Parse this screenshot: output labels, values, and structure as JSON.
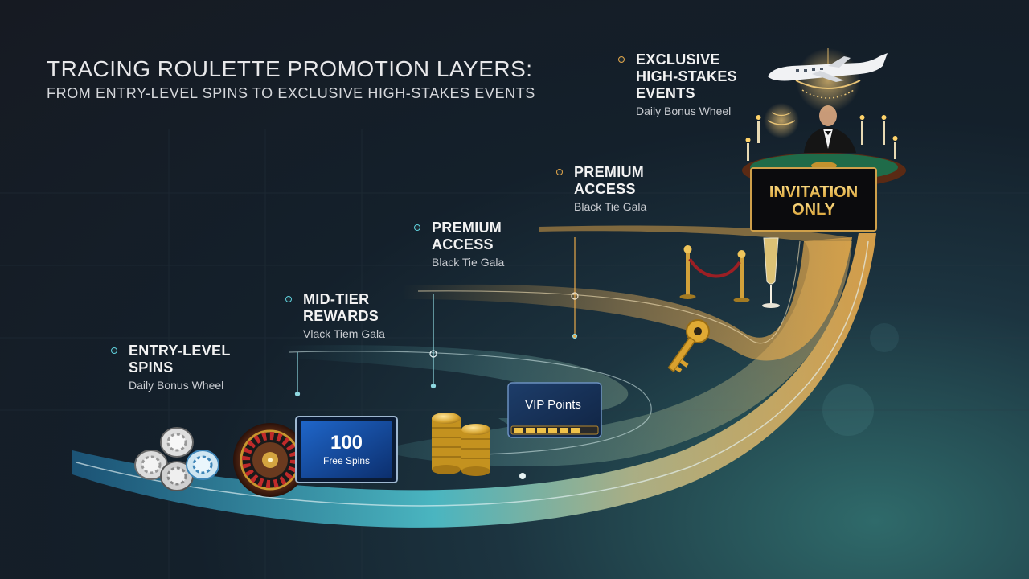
{
  "title": {
    "line1": "TRACING ROULETTE PROMOTION LAYERS:",
    "line2": "FROM ENTRY-LEVEL SPINS TO EXCLUSIVE HIGH-STAKES EVENTS"
  },
  "tiers": [
    {
      "title": "ENTRY-LEVEL\nSPINS",
      "subtitle": "Daily Bonus Wheel"
    },
    {
      "title": "MID-TIER\nREWARDS",
      "subtitle": "Vlack Tiem Gala"
    },
    {
      "title": "PREMIUM\nACCESS",
      "subtitle": "Black Tie Gala"
    },
    {
      "title": "PREMIUM\nACCESS",
      "subtitle": "Black Tie Gala"
    },
    {
      "title": "EXCLUSIVE\nHIGH-STAKES\nEVENTS",
      "subtitle": "Daily Bonus Wheel"
    }
  ],
  "free_spins": {
    "count": "100",
    "label": "Free Spins"
  },
  "vip": {
    "label": "VIP Points"
  },
  "invitation": {
    "line1": "INVITATION",
    "line2": "ONLY"
  },
  "colors": {
    "teal": "#4fc4cf",
    "gold": "#e8a94a",
    "background": "#161a22"
  },
  "icons": [
    "chip-stack-icon",
    "roulette-wheel-icon",
    "gold-coins-icon",
    "gold-key-icon",
    "velvet-rope-icon",
    "champagne-glass-icon",
    "chandelier-icon",
    "private-jet-icon",
    "roulette-table-icon",
    "dealer-icon",
    "candle-icon"
  ]
}
